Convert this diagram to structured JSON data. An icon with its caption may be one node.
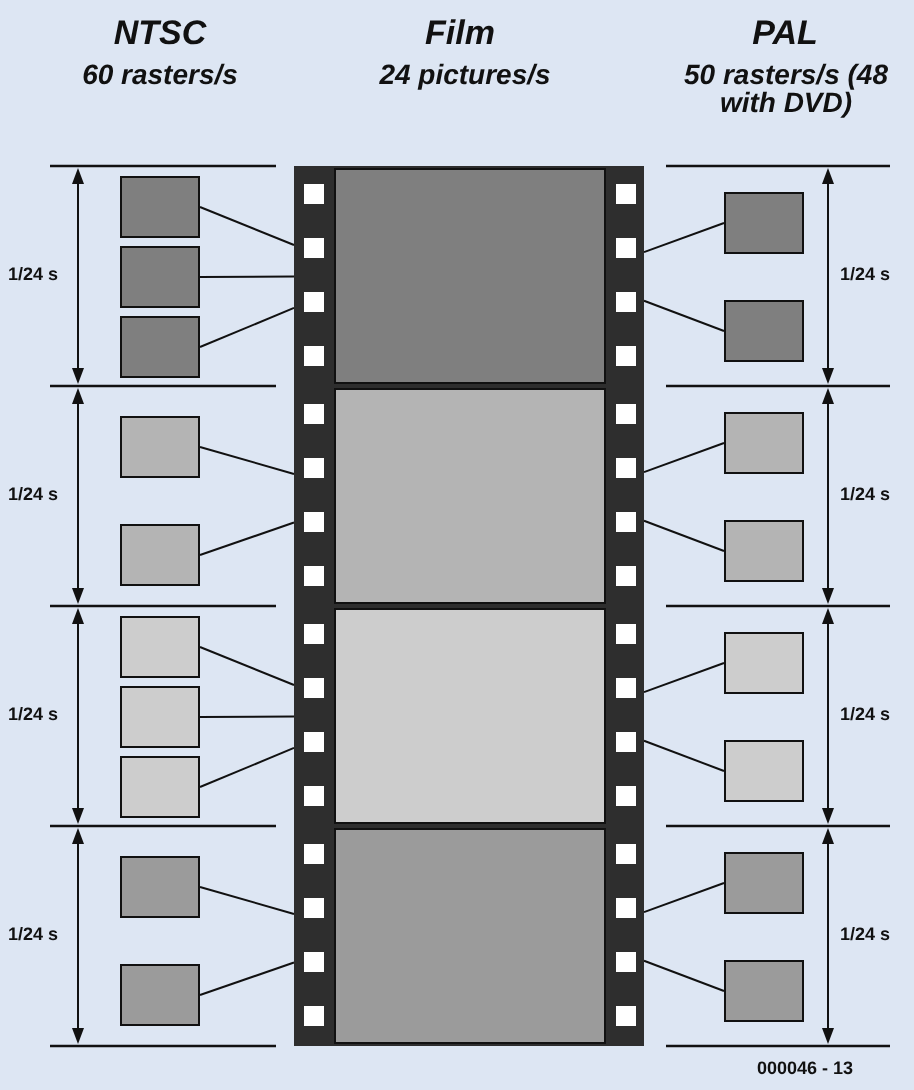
{
  "diagram": {
    "nodes": [
      {
        "text": [],
        "shape": "picture"
      },
      {
        "text": [],
        "shape": "picture"
      },
      {
        "text": [],
        "shape": "picture"
      },
      {
        "text": [],
        "shape": "picture"
      },
      {
        "text": [],
        "shape": "box"
      },
      {
        "text": [],
        "shape": "box"
      },
      {
        "text": [],
        "shape": "box"
      },
      {
        "text": [],
        "shape": "box"
      },
      {
        "text": [],
        "shape": "box"
      },
      {
        "text": [],
        "shape": "box"
      },
      {
        "text": [],
        "shape": "box"
      },
      {
        "text": [],
        "shape": "box"
      },
      {
        "text": [],
        "shape": "box"
      },
      {
        "text": [],
        "shape": "box"
      },
      {
        "text": [],
        "shape": "box"
      },
      {
        "text": [],
        "shape": "box"
      },
      {
        "text": [],
        "shape": "box"
      },
      {
        "text": [],
        "shape": "box"
      },
      {
        "text": [],
        "shape": "box"
      },
      {
        "text": [],
        "shape": "box"
      },
      {
        "text": [],
        "shape": "box"
      },
      {
        "text": [],
        "shape": "box"
      }
    ],
    "edges": [
      {
        "from": 4,
        "to": 0,
        "arrow": "none"
      },
      {
        "from": 5,
        "to": 0,
        "arrow": "none"
      },
      {
        "from": 6,
        "to": 0,
        "arrow": "none"
      },
      {
        "from": 7,
        "to": 1,
        "arrow": "none"
      },
      {
        "from": 8,
        "to": 1,
        "arrow": "none"
      },
      {
        "from": 9,
        "to": 2,
        "arrow": "none"
      },
      {
        "from": 10,
        "to": 2,
        "arrow": "none"
      },
      {
        "from": 11,
        "to": 2,
        "arrow": "none"
      },
      {
        "from": 12,
        "to": 3,
        "arrow": "none"
      },
      {
        "from": 13,
        "to": 3,
        "arrow": "none"
      },
      {
        "from": 0,
        "to": 14,
        "arrow": "none"
      },
      {
        "from": 0,
        "to": 15,
        "arrow": "none"
      },
      {
        "from": 1,
        "to": 16,
        "arrow": "none"
      },
      {
        "from": 1,
        "to": 17,
        "arrow": "none"
      },
      {
        "from": 2,
        "to": 18,
        "arrow": "none"
      },
      {
        "from": 2,
        "to": 19,
        "arrow": "none"
      },
      {
        "from": 3,
        "to": 20,
        "arrow": "none"
      },
      {
        "from": 3,
        "to": 21,
        "arrow": "none"
      }
    ],
    "labels": [
      "NTSC",
      "60 rasters/s",
      "Film",
      "24 pictures/s",
      "PAL",
      "50 rasters/s (48 with DVD)",
      "1/24 s",
      "1/24 s",
      "1/24 s",
      "1/24 s",
      "1/24 s",
      "1/24 s",
      "1/24 s",
      "1/24 s",
      "000046 - 13"
    ]
  }
}
